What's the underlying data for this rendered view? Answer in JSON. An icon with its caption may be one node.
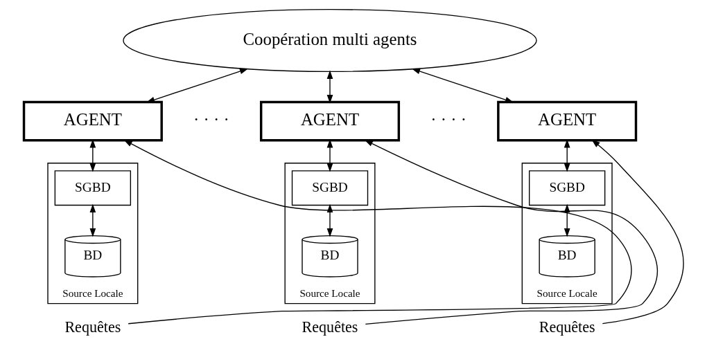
{
  "diagram": {
    "nodes": [
      {
        "text": [
          "Coopération multi agents"
        ]
      },
      {
        "text": [
          "AGENT"
        ]
      },
      {
        "text": [
          "Source Locale"
        ]
      },
      {
        "text": [
          "SGBD"
        ],
        "in": 2
      },
      {
        "text": [
          "BD"
        ],
        "in": 2
      },
      {
        "text": [
          "Requêtes"
        ]
      },
      {
        "text": [
          "AGENT"
        ]
      },
      {
        "text": [
          "Source Locale"
        ]
      },
      {
        "text": [
          "SGBD"
        ],
        "in": 7
      },
      {
        "text": [
          "BD"
        ],
        "in": 7
      },
      {
        "text": [
          "Requêtes"
        ]
      },
      {
        "text": [
          "AGENT"
        ]
      },
      {
        "text": [
          "Source Locale"
        ]
      },
      {
        "text": [
          "SGBD"
        ],
        "in": 12
      },
      {
        "text": [
          "BD"
        ],
        "in": 12
      },
      {
        "text": [
          "Requêtes"
        ]
      }
    ],
    "edges": [
      {
        "from": 0,
        "to": 1,
        "arrow": "both"
      },
      {
        "from": 0,
        "to": 6,
        "arrow": "both"
      },
      {
        "from": 0,
        "to": 11,
        "arrow": "both"
      },
      {
        "from": 1,
        "to": 3,
        "arrow": "both"
      },
      {
        "from": 3,
        "to": 4,
        "arrow": "both"
      },
      {
        "from": 5,
        "to": 1,
        "arrow": "to"
      },
      {
        "from": 6,
        "to": 8,
        "arrow": "both"
      },
      {
        "from": 8,
        "to": 9,
        "arrow": "both"
      },
      {
        "from": 10,
        "to": 6,
        "arrow": "to"
      },
      {
        "from": 11,
        "to": 13,
        "arrow": "both"
      },
      {
        "from": 13,
        "to": 14,
        "arrow": "both"
      },
      {
        "from": 15,
        "to": 11,
        "arrow": "to"
      }
    ],
    "labels": [
      "· · · ·",
      "· · · ·"
    ]
  }
}
